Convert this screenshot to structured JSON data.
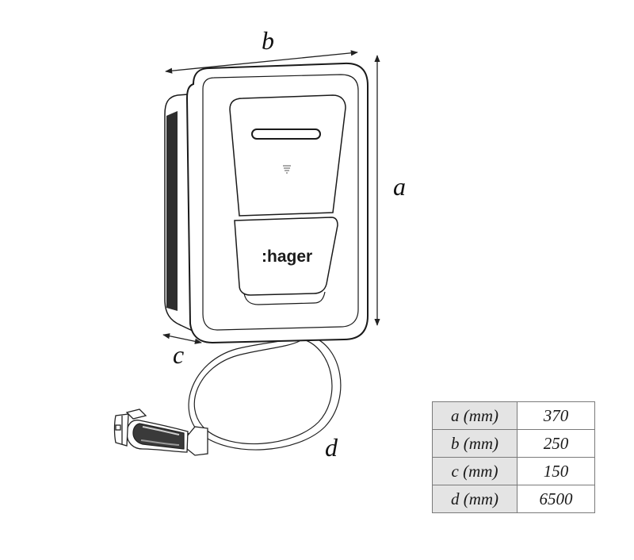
{
  "brand": ":hager",
  "dimension_labels": {
    "a": "a",
    "b": "b",
    "c": "c",
    "d": "d"
  },
  "spec_table": [
    {
      "key": "a (mm)",
      "value": "370"
    },
    {
      "key": "b (mm)",
      "value": "250"
    },
    {
      "key": "c (mm)",
      "value": "150"
    },
    {
      "key": "d (mm)",
      "value": "6500"
    }
  ]
}
